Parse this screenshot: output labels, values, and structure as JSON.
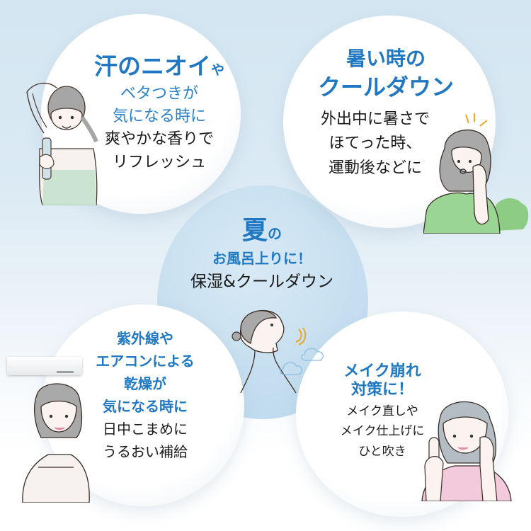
{
  "colors": {
    "accent_blue": "#1f78c1",
    "body_text": "#1a1a1a",
    "background_top": "#d4e6f2",
    "background_bottom": "#ffffff",
    "sky_bubble": "#c6dff0",
    "green_shirt": "#8ccc85",
    "pink_shirt": "#f3c9dc",
    "hair_gray": "#a9a9a9",
    "accent_yellow": "#e9a825"
  },
  "bubbles": [
    {
      "id": "sweat-odor",
      "headline": [
        "汗のニオイ",
        "や"
      ],
      "blue_lines": [
        "ベタつきが",
        "気になる時に"
      ],
      "black_lines": [
        "爽やかな香りで",
        "リフレッシュ"
      ],
      "illustration": "woman-raising-arm-holding-spray"
    },
    {
      "id": "hot-cooldown",
      "blue_lines": [
        "暑い時の",
        "クールダウン"
      ],
      "black_lines": [
        "外出中に暑さで",
        "ほてった時、",
        "運動後などに"
      ],
      "illustration": "woman-hand-on-cheek-green-shirt"
    },
    {
      "id": "summer-bath",
      "headline": [
        "夏",
        "の"
      ],
      "blue_lines": [
        "お風呂上りに！"
      ],
      "black_lines": [
        "保湿&クールダウン"
      ],
      "illustration": "woman-profile-breathing-clouds"
    },
    {
      "id": "uv-dryness",
      "blue_lines": [
        "紫外線や",
        "エアコンによる",
        "乾燥が",
        "気になる時に"
      ],
      "black_lines": [
        "日中こまめに",
        "うるおい補給"
      ],
      "illustration": "woman-under-air-conditioner"
    },
    {
      "id": "makeup",
      "blue_lines": [
        "メイク崩れ",
        "対策に！"
      ],
      "black_lines": [
        "メイク直しや",
        "メイク仕上げに",
        "ひと吹き"
      ],
      "illustration": "woman-pink-shirt-holding-spray"
    }
  ]
}
